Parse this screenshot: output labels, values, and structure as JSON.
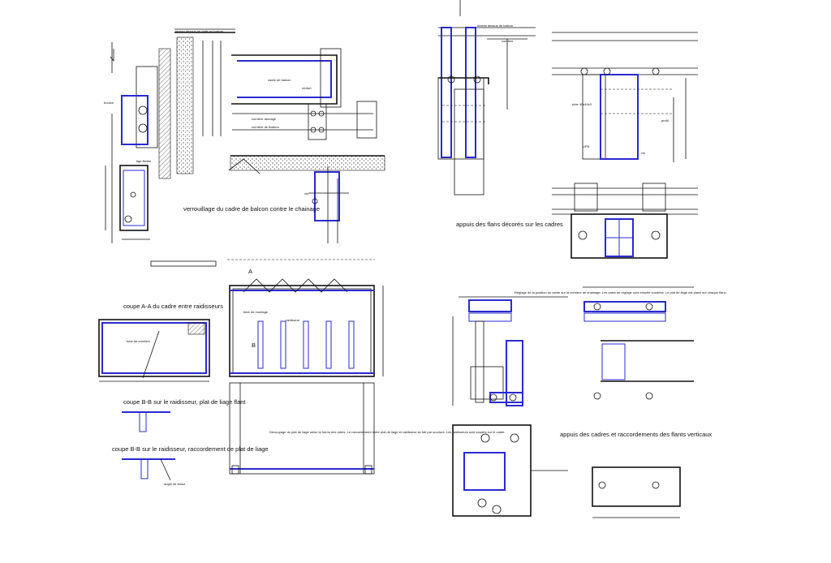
{
  "sheet": {
    "colors": {
      "ink": "#111111",
      "steel": "#2a2ad0",
      "paper": "#ffffff"
    }
  },
  "detail1": {
    "caption": "verrouillage du cadre de balcon contre le chainage",
    "notes": [
      "niveau dessus de dalle au balcon",
      "cadre de balcon",
      "renfort",
      "vis",
      "cornière ancrage",
      "cornière de fixation",
      "boulon",
      "tige filetée"
    ]
  },
  "detail2": {
    "caption": "appuis des flans décorés sur les cadres",
    "notes": [
      "niveau dessus de balcon",
      "cornière",
      "tube 40x40x3",
      "profil",
      "UPN",
      "vis"
    ]
  },
  "detail3": {
    "caption1": "coupe A-A du cadre entre raidisseurs",
    "caption2": "coupe B-B sur le raidisseur, plat de liage flant",
    "caption3": "coupe B-B sur le raidisseur, raccordement de plat de liage",
    "notes": [
      "tube de cornière",
      "raidisseur",
      "tube de montage",
      "angle de tenue"
    ],
    "text_block": "Découpage du plat de liage selon la forme des tubes. Le raccordement entre plat de liage et raidisseur se fait par soudure. Les raidisseurs sont soudés sur le cadre."
  },
  "detail4": {
    "caption": "appuis des cadres et raccordements des flants verticaux",
    "note_block": "Réglage de la position du cadre sur la cornière de chainage. Les cales de réglage sont ensuite soudées. Le plat de liage est placé sur chaque flanc."
  },
  "markers": {
    "section_a": "A",
    "section_b": "B"
  }
}
